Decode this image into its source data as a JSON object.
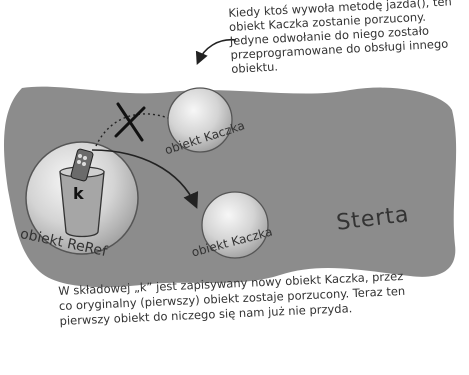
{
  "top_note": "Kiedy ktoś wywoła metodę jazda(), ten obiekt Kaczka zostanie porzucony. Jedyne odwołanie do niego zostało przeprogramowane do obsługi innego obiektu.",
  "bottom_note": "W składowej „k” jest zapisywany nowy obiekt Kaczka, przez co oryginalny (pierwszy) obiekt zostaje porzucony. Teraz ten pierwszy obiekt do niczego się nam już nie przyda.",
  "heap_label": "Sterta",
  "reref_label": "obiekt ReRef",
  "duck1_label": "obiekt Kaczka",
  "duck2_label": "obiekt Kaczka",
  "ref_variable": "k",
  "colors": {
    "heap": "#8c8c8c",
    "sphere": "#d9d9d9",
    "cup": "#a6a6a6",
    "remote": "#6b6b6b"
  }
}
